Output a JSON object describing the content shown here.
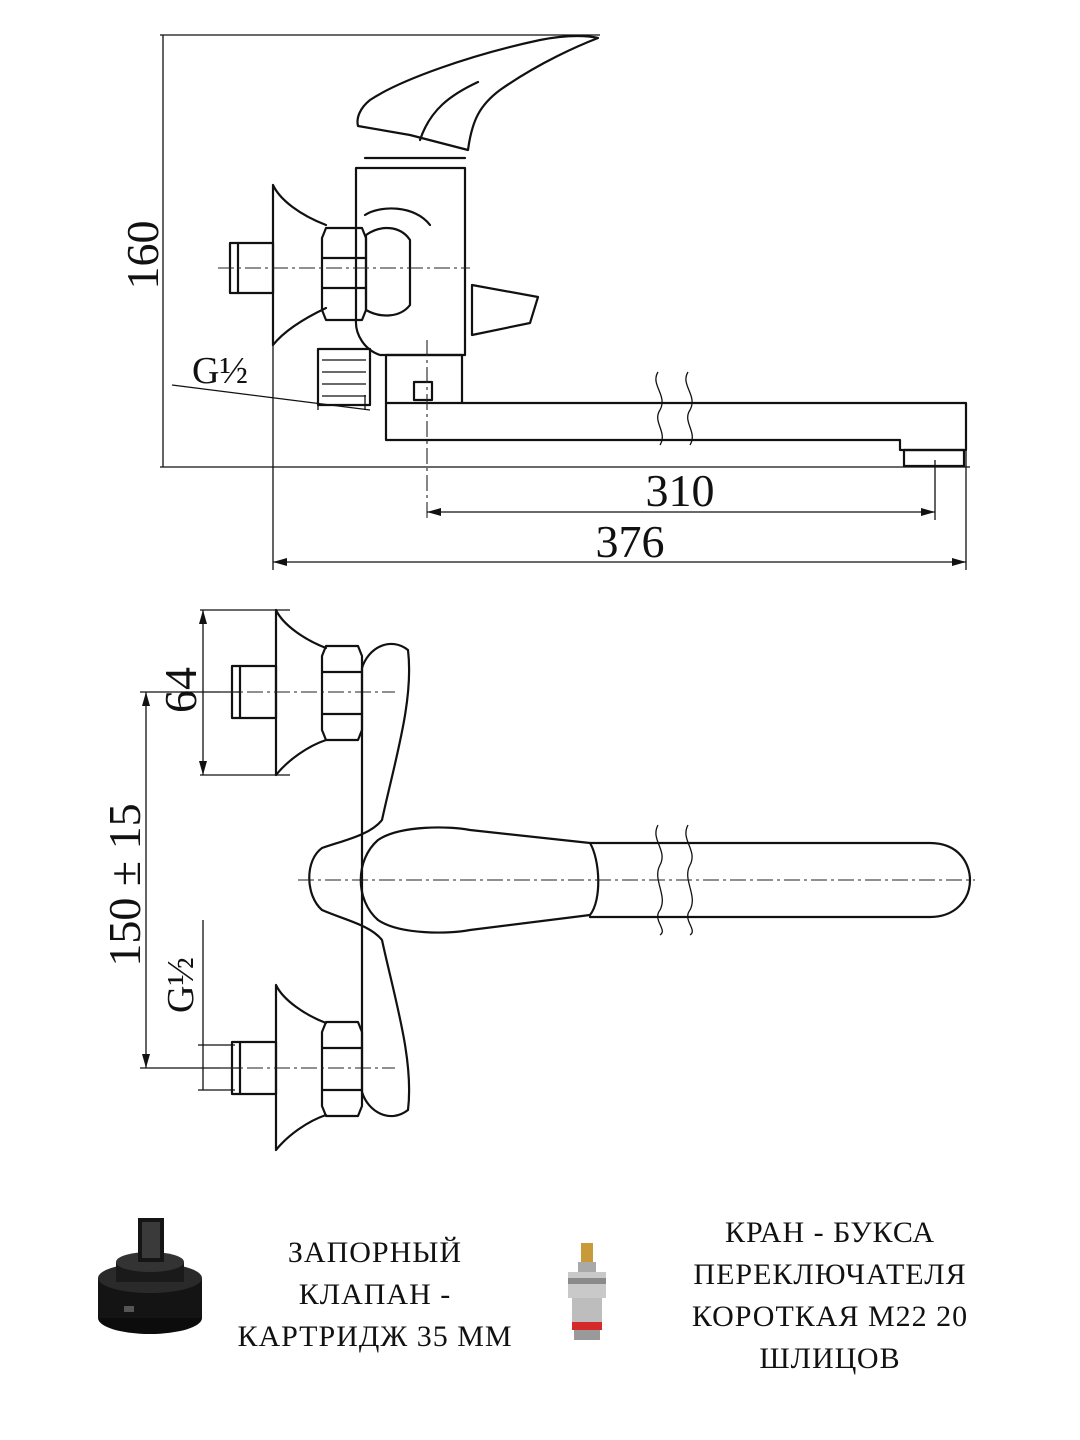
{
  "dimensions": {
    "height": "160",
    "spout_reach": "310",
    "total_length": "376",
    "connection_spacing": "64",
    "center_distance": "150 ± 15",
    "thread_side": "G½",
    "thread_top": "G½"
  },
  "parts": [
    {
      "caption_lines": [
        "ЗАПОРНЫЙ",
        "КЛАПАН -",
        "КАРТРИДЖ 35 ММ"
      ]
    },
    {
      "caption_lines": [
        "КРАН - БУКСА",
        "ПЕРЕКЛЮЧАТЕЛЯ",
        "КОРОТКАЯ М22 20",
        "ШЛИЦОВ"
      ]
    }
  ]
}
